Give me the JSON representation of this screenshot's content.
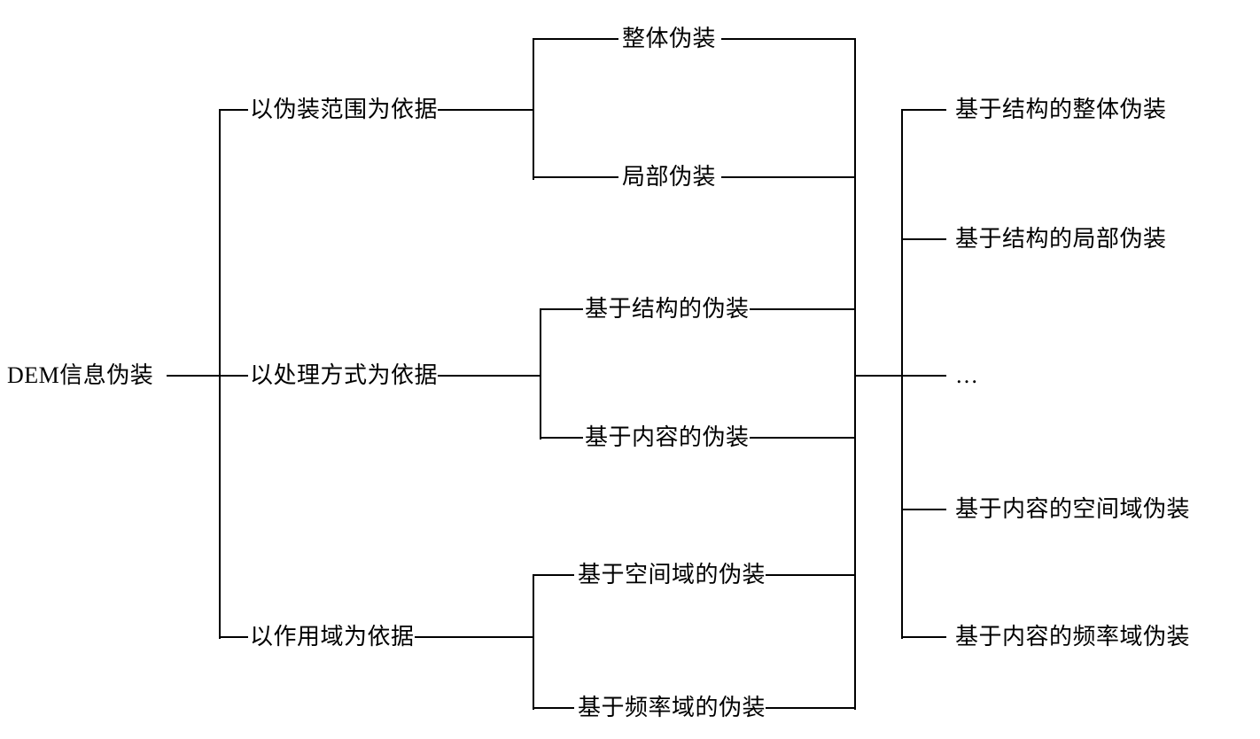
{
  "diagram": {
    "type": "tree",
    "orientation": "left-to-right",
    "line_color": "#000000",
    "background_color": "#ffffff",
    "root": {
      "label": "DEM信息伪装"
    },
    "level1": [
      {
        "label": "以伪装范围为依据",
        "children": [
          {
            "label": "整体伪装"
          },
          {
            "label": "局部伪装"
          }
        ]
      },
      {
        "label": "以处理方式为依据",
        "children": [
          {
            "label": "基于结构的伪装"
          },
          {
            "label": "基于内容的伪装"
          }
        ]
      },
      {
        "label": "以作用域为依据",
        "children": [
          {
            "label": "基于空间域的伪装"
          },
          {
            "label": "基于频率域的伪装"
          }
        ]
      }
    ],
    "leaves": [
      {
        "label": "基于结构的整体伪装"
      },
      {
        "label": "基于结构的局部伪装"
      },
      {
        "label": "…"
      },
      {
        "label": "基于内容的空间域伪装"
      },
      {
        "label": "基于内容的频率域伪装"
      }
    ]
  }
}
